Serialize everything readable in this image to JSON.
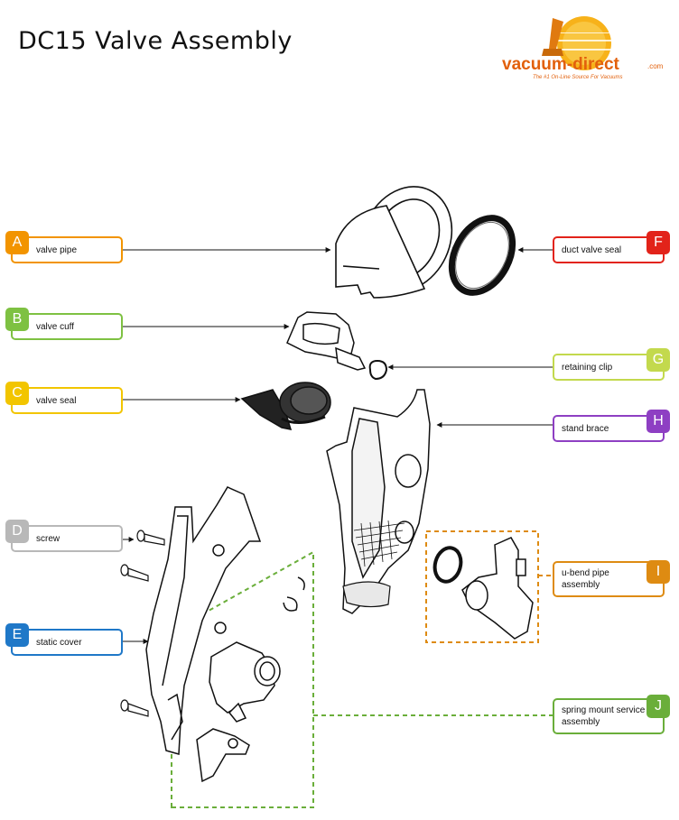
{
  "title": "DC15 Valve Assembly",
  "logo": {
    "brand": "vacuum-direct",
    "suffix": ".com",
    "tagline": "The #1 On-Line Source For Vacuums"
  },
  "colors": {
    "A": "#f29400",
    "B": "#7ec142",
    "C": "#f2c500",
    "D": "#b8b8b8",
    "E": "#1f78c8",
    "F": "#e2231a",
    "G": "#c3d94d",
    "H": "#8e3fc3",
    "I": "#de8b12",
    "J": "#6aae3a"
  },
  "labels": [
    {
      "id": "A",
      "text": "valve pipe"
    },
    {
      "id": "B",
      "text": "valve cuff"
    },
    {
      "id": "C",
      "text": "valve seal"
    },
    {
      "id": "D",
      "text": "screw"
    },
    {
      "id": "E",
      "text": "static cover"
    },
    {
      "id": "F",
      "text": "duct valve seal"
    },
    {
      "id": "G",
      "text": "retaining clip"
    },
    {
      "id": "H",
      "text": "stand brace"
    },
    {
      "id": "I",
      "text": "u-bend pipe assembly"
    },
    {
      "id": "J",
      "text": "spring mount service assembly"
    }
  ]
}
